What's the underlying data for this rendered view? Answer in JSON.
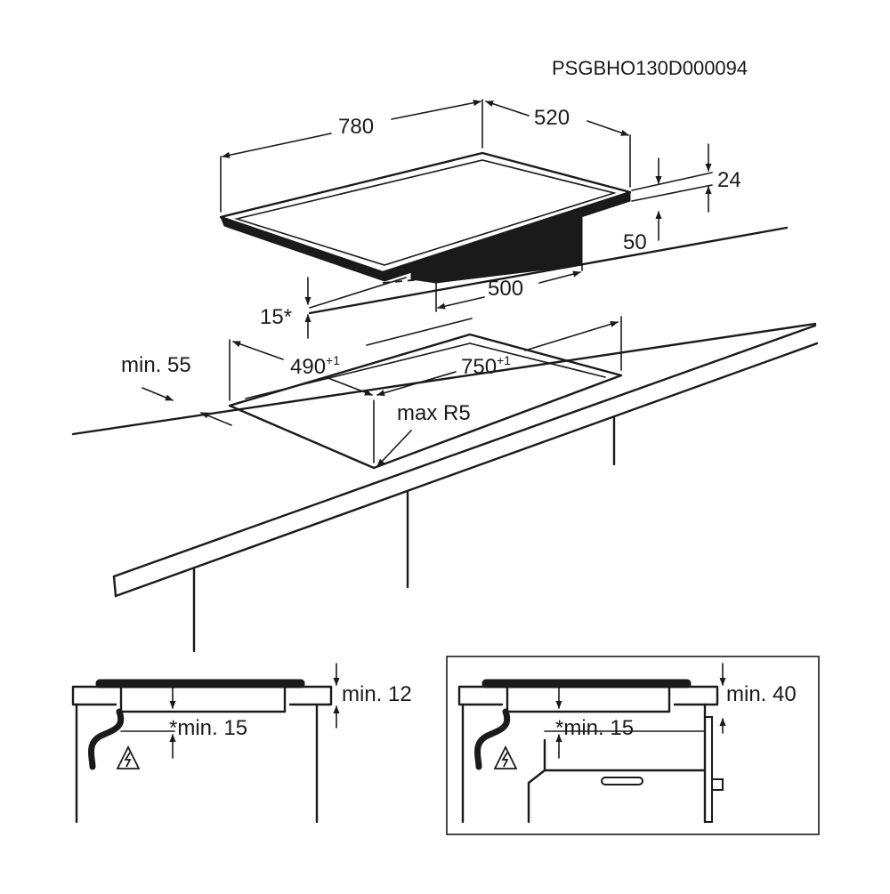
{
  "document": {
    "code": "PSGBHO130D000094",
    "colors": {
      "ink": "#1a1a1a",
      "background": "#ffffff"
    }
  },
  "hob": {
    "width": "780",
    "depth": "520",
    "thickness": "24",
    "underside_height": "50",
    "underside_depth": "500",
    "front_offset": "15*"
  },
  "cutout": {
    "depth": "490",
    "depth_tol": "+1",
    "width": "750",
    "width_tol": "+1",
    "corner_radius": "max R5",
    "front_distance": "min. 55"
  },
  "detail_left": {
    "top_clearance": "min. 12",
    "bottom_clearance": "*min. 15",
    "warning_icon": "electric-hazard-icon"
  },
  "detail_right": {
    "top_clearance": "min. 40",
    "bottom_clearance": "*min. 15",
    "warning_icon": "electric-hazard-icon"
  }
}
